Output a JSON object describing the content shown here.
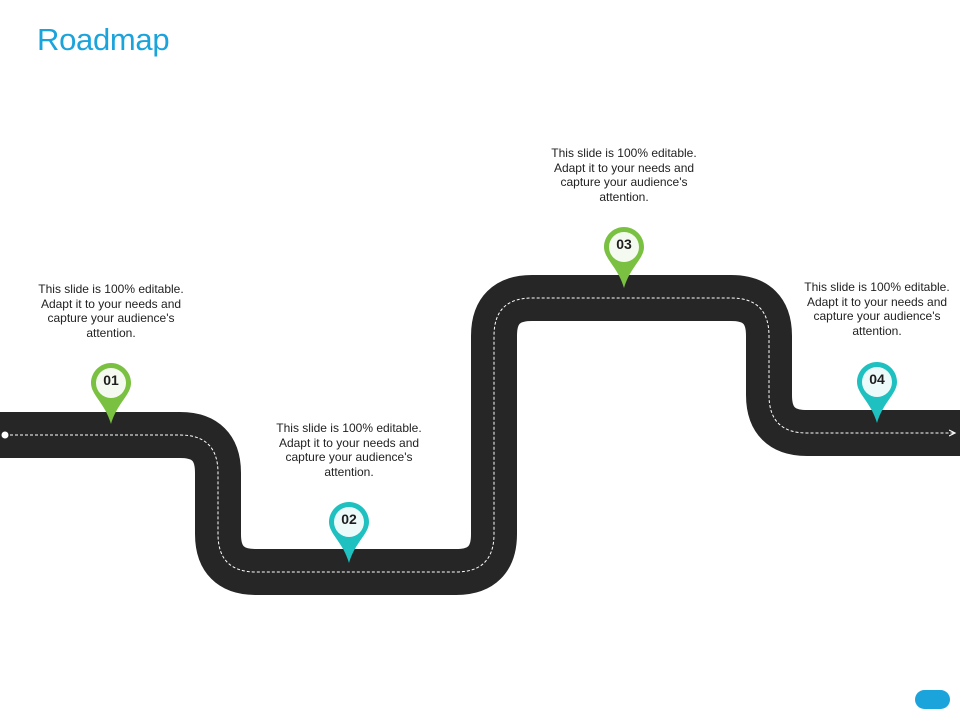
{
  "slide": {
    "title": "Roadmap"
  },
  "colors": {
    "title": "#1ba3dc",
    "road": "#262626",
    "lane": "#ffffff",
    "pin_green": "#7ac142",
    "pin_teal": "#1ec0c0"
  },
  "milestones": [
    {
      "number": "01",
      "text": "This slide is 100% editable. Adapt it to your needs and capture your audience's attention.",
      "color": "#7ac142"
    },
    {
      "number": "02",
      "text": "This slide is 100% editable. Adapt it to your needs and capture your audience's attention.",
      "color": "#1ec0c0"
    },
    {
      "number": "03",
      "text": "This slide is 100% editable. Adapt it to your needs and capture your audience's attention.",
      "color": "#7ac142"
    },
    {
      "number": "04",
      "text": "This slide is 100% editable. Adapt it to your needs and capture your audience's attention.",
      "color": "#1ec0c0"
    }
  ]
}
